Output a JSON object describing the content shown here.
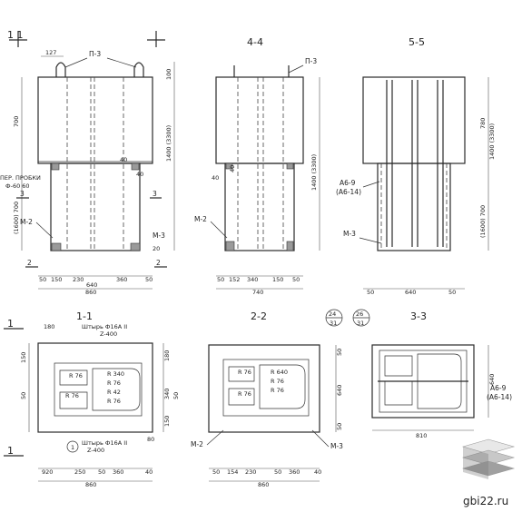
{
  "sections": {
    "s11a": "1 1",
    "s44": "4-4",
    "s55": "5-5",
    "s11b": "1-1",
    "s22": "2-2",
    "s33": "3-3",
    "s1_side": "1",
    "s3_left": "3",
    "s3_right": "3",
    "s2_left": "2",
    "s2_right": "2"
  },
  "marks": {
    "p3": "П-3",
    "m2": "М-2",
    "m3": "М-3",
    "a69": "А6-9",
    "a614": "(А6-14)",
    "per": "ПЕР. ПРОБКИ",
    "per2": "Ф-60 60",
    "shtir1": "Штырь Ф16А II",
    "shtir1b": "Z-400",
    "shtir2": "Штырь Ф16А II",
    "shtir2b": "Z-400",
    "c1": "1",
    "circ24": "24",
    "circ31": "31",
    "circ26": "26",
    "circ31b": "31"
  },
  "dims": {
    "d127": "127",
    "d700": "700",
    "d100": "100",
    "d1400": "1400 (3300)",
    "d1400b": "1400 (3300)",
    "d700b": "(1600) 700",
    "d700c": "(1600) 700",
    "d780": "780",
    "d1400c": "1400 (3300)",
    "d40": "40",
    "d40b": "40",
    "d40c": "40",
    "d40d": "40",
    "d20": "20",
    "d50": "50",
    "d150": "150",
    "d230": "230",
    "d360": "360",
    "d50b": "50",
    "d860": "860",
    "d640t": "640",
    "d50c": "50",
    "d152": "152",
    "d340": "340",
    "d150b": "150",
    "d50d": "50",
    "d740": "740",
    "d50e": "50",
    "d640": "640",
    "d50f": "50",
    "d180": "180",
    "d10": "Z-400",
    "d150c": "150",
    "d50g": "50",
    "d340b": "340",
    "d50h": "50",
    "d180b": "180",
    "d150d": "150",
    "d50i": "50",
    "d920": "920",
    "d250": "250",
    "d50j": "50",
    "d360b": "360",
    "d40e": "40",
    "d860b": "860",
    "d50k": "50",
    "d154": "154",
    "d230b": "230",
    "d50l": "50",
    "d360c": "360",
    "d40f": "40",
    "d860c": "860",
    "d50m": "50",
    "d640b": "640",
    "d50n": "50",
    "d640c": "640",
    "d810": "810",
    "d80": "80",
    "r76": "R 76",
    "r340": "R 340",
    "r76b": "R 76",
    "r42": "R 42",
    "r76c": "R 76",
    "r640": "R 640",
    "r76d": "R 76",
    "r76e": "R 76"
  },
  "watermark": "gbi22.ru",
  "logo": {
    "top": "#e8e8e8",
    "mid": "#c8c8c8",
    "bot": "#a0a0a0"
  }
}
